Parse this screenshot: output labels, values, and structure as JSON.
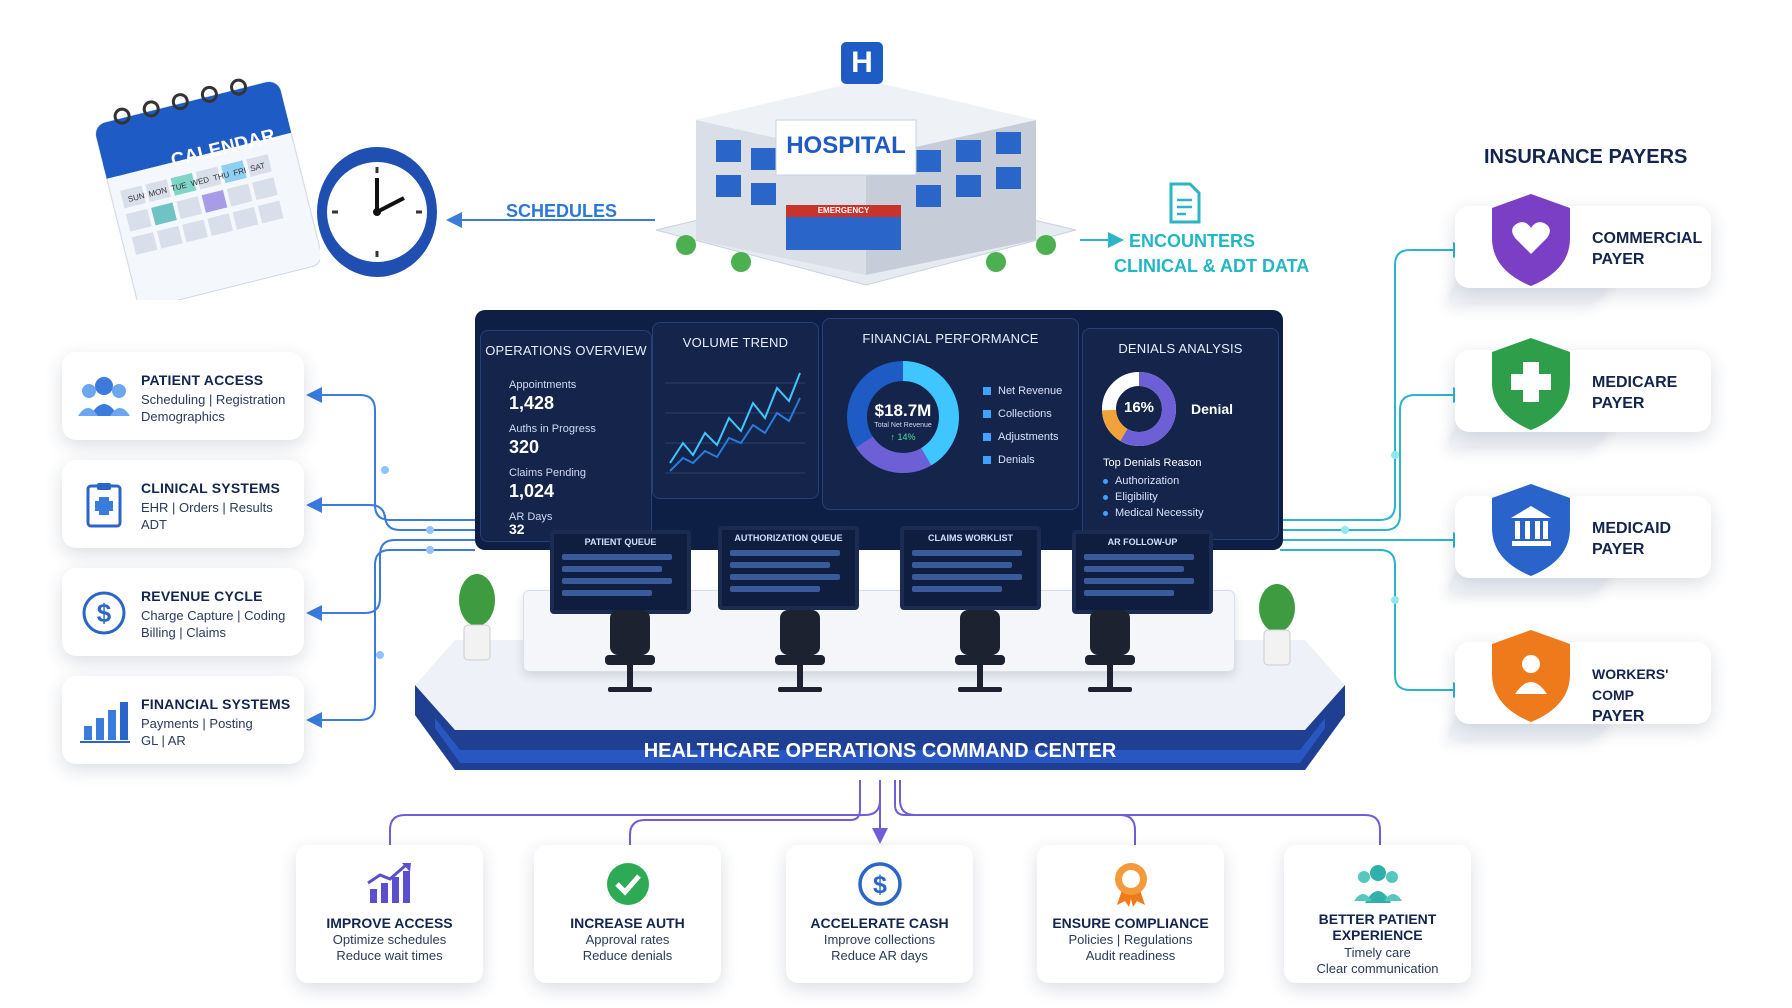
{
  "schedules_label": "SCHEDULES",
  "encounters_label_1": "ENCOUNTERS",
  "encounters_label_2": "CLINICAL & ADT DATA",
  "calendar": {
    "title": "CALENDAR",
    "days": [
      "SUN",
      "MON",
      "TUE",
      "WED",
      "THU",
      "FRI",
      "SAT"
    ]
  },
  "hospital": {
    "sign": "HOSPITAL",
    "emergency": "EMERGENCY",
    "letter": "H"
  },
  "insurance_title": "INSURANCE PAYERS",
  "systems": [
    {
      "title": "PATIENT ACCESS",
      "line1": "Scheduling | Registration",
      "line2": "Demographics",
      "icon": "people-icon"
    },
    {
      "title": "CLINICAL SYSTEMS",
      "line1": "EHR | Orders | Results",
      "line2": "ADT",
      "icon": "clipboard-icon"
    },
    {
      "title": "REVENUE CYCLE",
      "line1": "Charge Capture | Coding",
      "line2": "Billing | Claims",
      "icon": "dollar-icon"
    },
    {
      "title": "FINANCIAL SYSTEMS",
      "line1": "Payments | Posting",
      "line2": "GL | AR",
      "icon": "bar-chart-icon"
    }
  ],
  "payers": [
    {
      "line1": "COMMERCIAL",
      "line2": "PAYER",
      "color": "#7a3fc4",
      "icon": "heart-icon"
    },
    {
      "line1": "MEDICARE",
      "line2": "PAYER",
      "color": "#2f9e4a",
      "icon": "cross-icon"
    },
    {
      "line1": "MEDICAID",
      "line2": "PAYER",
      "color": "#2a63c9",
      "icon": "building-icon"
    },
    {
      "line1": "WORKERS' COMP",
      "line2": "PAYER",
      "color": "#ee7a1c",
      "icon": "person-icon"
    }
  ],
  "command_center": "HEALTHCARE OPERATIONS COMMAND CENTER",
  "panels": {
    "ops": {
      "title": "OPERATIONS OVERVIEW",
      "kpis": [
        {
          "label": "Appointments",
          "value": "1,428"
        },
        {
          "label": "Auths in Progress",
          "value": "320"
        },
        {
          "label": "Claims Pending",
          "value": "1,024"
        },
        {
          "label": "AR Days",
          "value": "32"
        }
      ]
    },
    "volume": {
      "title": "VOLUME TREND"
    },
    "finance": {
      "title": "FINANCIAL PERFORMANCE",
      "center_value": "$18.7M",
      "center_label": "Total Net Revenue",
      "center_change": "↑ 14%",
      "legend": [
        "Net Revenue",
        "Collections",
        "Adjustments",
        "Denials"
      ]
    },
    "denials": {
      "title": "DENIALS ANALYSIS",
      "center_value": "16%",
      "side_label": "Denial",
      "top_title": "Top Denials Reason",
      "reasons": [
        "Authorization",
        "Eligibility",
        "Medical Necessity"
      ]
    }
  },
  "monitors": [
    "PATIENT QUEUE",
    "AUTHORIZATION QUEUE",
    "CLAIMS WORKLIST",
    "AR FOLLOW-UP"
  ],
  "outcomes": [
    {
      "title": "IMPROVE ACCESS",
      "line1": "Optimize schedules",
      "line2": "Reduce wait times",
      "icon": "trend-bars-icon"
    },
    {
      "title": "INCREASE AUTH",
      "line1": "Approval rates",
      "line2": "Reduce denials",
      "icon": "checkmark-icon"
    },
    {
      "title": "ACCELERATE CASH",
      "line1": "Improve collections",
      "line2": "Reduce AR days",
      "icon": "dollar-circle-icon"
    },
    {
      "title": "ENSURE COMPLIANCE",
      "line1": "Policies | Regulations",
      "line2": "Audit readiness",
      "icon": "award-ribbon-icon"
    },
    {
      "title": "BETTER PATIENT",
      "title2": "EXPERIENCE",
      "line1": "Timely care",
      "line2": "Clear communication",
      "icon": "group-icon"
    }
  ]
}
